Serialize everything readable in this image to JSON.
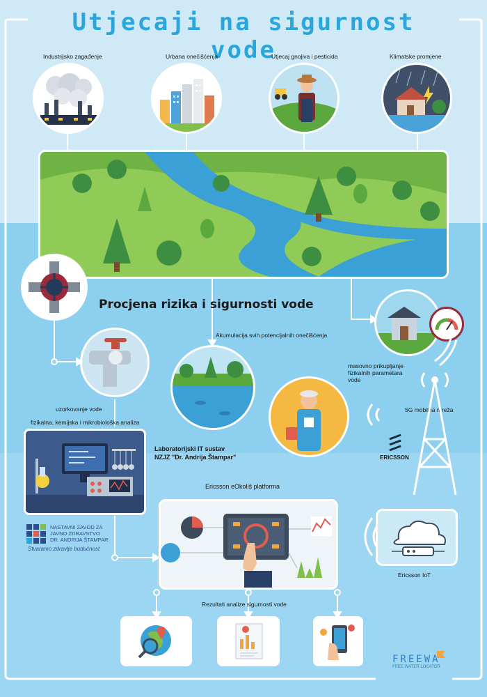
{
  "title": "Utjecaji na sigurnost vode",
  "sources": [
    {
      "label": "Industrijsko zagađenje"
    },
    {
      "label": "Urbana onečišćenja"
    },
    {
      "label": "Utjecaj gnojiva i pesticida"
    },
    {
      "label": "Klimatske promjene"
    }
  ],
  "risk_heading": "Procjena rizika i sigurnosti vode",
  "accumulation": "Akumulacija svih potencijalnih onečišćenja",
  "sampling": "uzorkovanje vode",
  "analysis": "fizikalna, kemijska i mikrobiološka analiza",
  "lab_system": {
    "line1": "Laboratorijski IT sustav",
    "line2": "NZJZ \"Dr. Andrija Štampar\""
  },
  "sensor_text": {
    "line1": "masovno prikupljanje",
    "line2": "fizikalnih parametara",
    "line3": "vode"
  },
  "network": "5G mobilna mreža",
  "ericsson_logo": "ERICSSON",
  "platform": "Ericsson eOkoliš platforma",
  "iot": "Ericsson IoT",
  "results": "Rezultati analize sigurnosti vode",
  "institute": {
    "line1": "NASTAVNI ZAVOD ZA",
    "line2": "JAVNO ZDRAVSTVO",
    "line3": "DR. ANDRIJA ŠTAMPAR",
    "slogan": "Stvaramo zdravlje budućnost"
  },
  "freewa": {
    "name": "FREEWA",
    "tagline": "FREE WATER LOCATOR"
  },
  "colors": {
    "title": "#29a6dc",
    "river": "#3aa0d6",
    "land": "#7fbf4a",
    "panel": "#3d5a8c"
  }
}
